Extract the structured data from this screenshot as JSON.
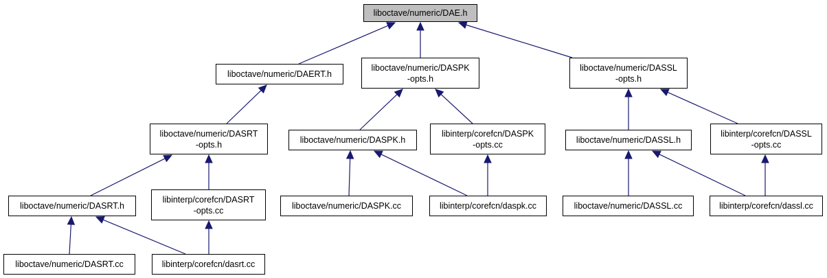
{
  "colors": {
    "edge": "#191970",
    "root_fill": "#bfbfbf",
    "node_fill": "#ffffff",
    "border": "#000000"
  },
  "nodes": {
    "dae_h": {
      "lines": [
        "liboctave/numeric/DAE.h"
      ]
    },
    "daert_h": {
      "lines": [
        "liboctave/numeric/DAERT.h"
      ]
    },
    "daspk_opts_h": {
      "lines": [
        "liboctave/numeric/DASPK",
        "-opts.h"
      ]
    },
    "dassl_opts_h": {
      "lines": [
        "liboctave/numeric/DASSL",
        "-opts.h"
      ]
    },
    "dasrt_opts_h": {
      "lines": [
        "liboctave/numeric/DASRT",
        "-opts.h"
      ]
    },
    "daspk_h": {
      "lines": [
        "liboctave/numeric/DASPK.h"
      ]
    },
    "interp_daspk_opts": {
      "lines": [
        "libinterp/corefcn/DASPK",
        "-opts.cc"
      ]
    },
    "dassl_h": {
      "lines": [
        "liboctave/numeric/DASSL.h"
      ]
    },
    "interp_dassl_opts": {
      "lines": [
        "libinterp/corefcn/DASSL",
        "-opts.cc"
      ]
    },
    "dasrt_h": {
      "lines": [
        "liboctave/numeric/DASRT.h"
      ]
    },
    "interp_dasrt_opts": {
      "lines": [
        "libinterp/corefcn/DASRT",
        "-opts.cc"
      ]
    },
    "daspk_cc": {
      "lines": [
        "liboctave/numeric/DASPK.cc"
      ]
    },
    "interp_daspk_cc": {
      "lines": [
        "libinterp/corefcn/daspk.cc"
      ]
    },
    "dassl_cc": {
      "lines": [
        "liboctave/numeric/DASSL.cc"
      ]
    },
    "interp_dassl_cc": {
      "lines": [
        "libinterp/corefcn/dassl.cc"
      ]
    },
    "dasrt_cc": {
      "lines": [
        "liboctave/numeric/DASRT.cc"
      ]
    },
    "interp_dasrt_cc": {
      "lines": [
        "libinterp/corefcn/dasrt.cc"
      ]
    }
  },
  "edges": [
    [
      "daert_h",
      "dae_h"
    ],
    [
      "daspk_opts_h",
      "dae_h"
    ],
    [
      "dassl_opts_h",
      "dae_h"
    ],
    [
      "dasrt_opts_h",
      "daert_h"
    ],
    [
      "daspk_h",
      "daspk_opts_h"
    ],
    [
      "interp_daspk_opts",
      "daspk_opts_h"
    ],
    [
      "dassl_h",
      "dassl_opts_h"
    ],
    [
      "interp_dassl_opts",
      "dassl_opts_h"
    ],
    [
      "dasrt_h",
      "dasrt_opts_h"
    ],
    [
      "interp_dasrt_opts",
      "dasrt_opts_h"
    ],
    [
      "daspk_cc",
      "daspk_h"
    ],
    [
      "interp_daspk_cc",
      "daspk_h"
    ],
    [
      "interp_daspk_cc",
      "interp_daspk_opts"
    ],
    [
      "dassl_cc",
      "dassl_h"
    ],
    [
      "interp_dassl_cc",
      "dassl_h"
    ],
    [
      "interp_dassl_cc",
      "interp_dassl_opts"
    ],
    [
      "dasrt_cc",
      "dasrt_h"
    ],
    [
      "interp_dasrt_cc",
      "dasrt_h"
    ],
    [
      "interp_dasrt_cc",
      "interp_dasrt_opts"
    ]
  ]
}
